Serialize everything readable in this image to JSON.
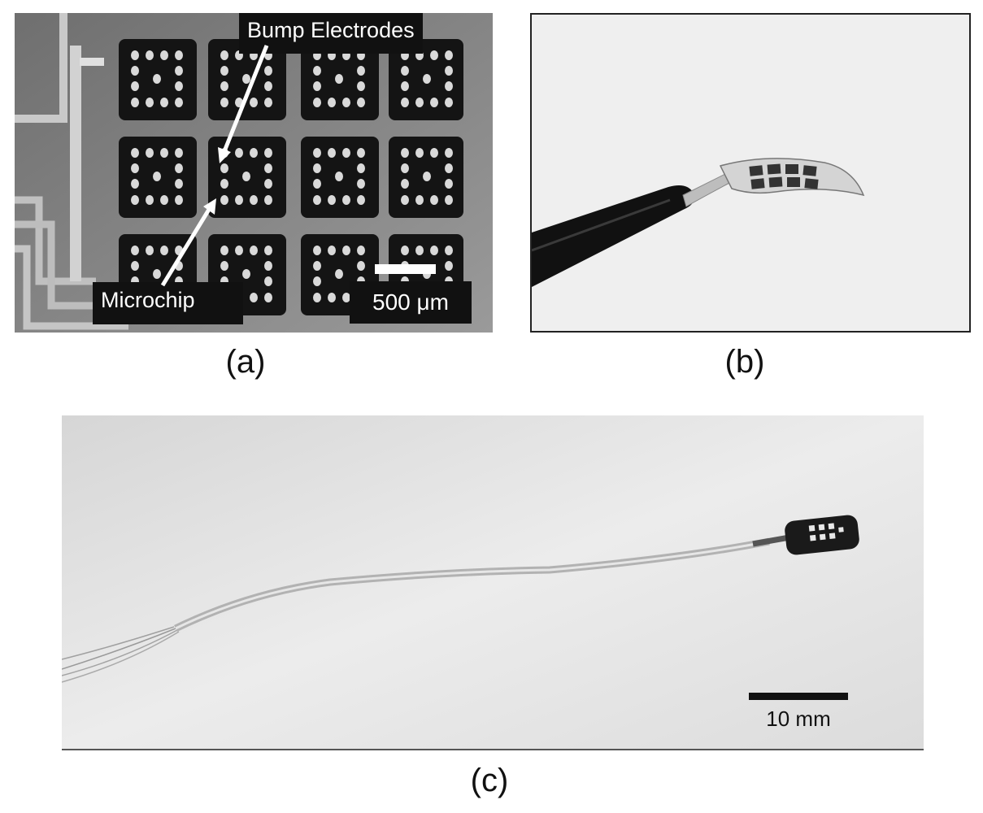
{
  "figure": {
    "panel_a": {
      "caption": "(a)",
      "label_bump": "Bump Electrodes",
      "label_microchip": "Microchip",
      "scale_label": "500 μm"
    },
    "panel_b": {
      "caption": "(b)"
    },
    "panel_c": {
      "caption": "(c)",
      "scale_label": "10 mm"
    }
  }
}
